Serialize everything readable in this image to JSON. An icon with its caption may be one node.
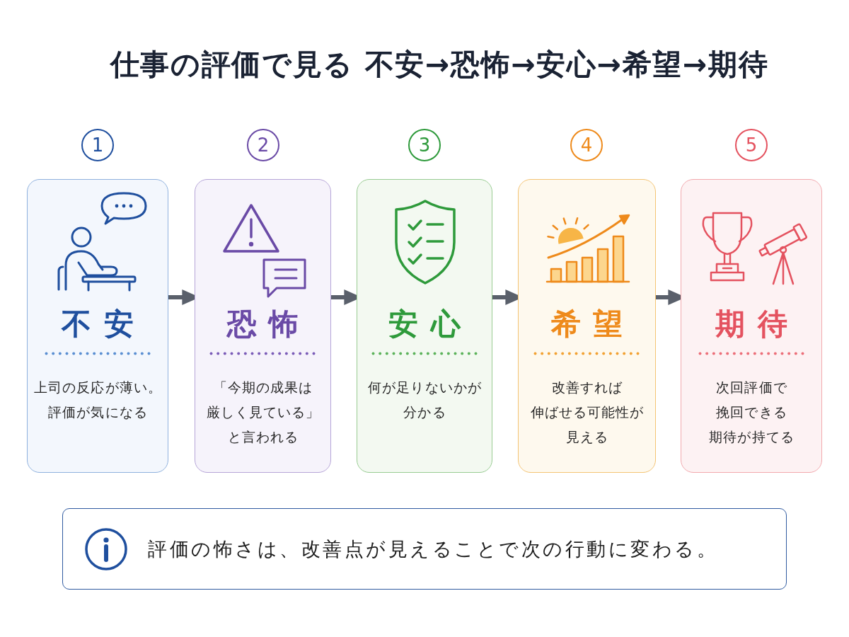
{
  "diagram": {
    "title": "仕事の評価で見る 不安→恐怖→安心→希望→期待",
    "nodes": [
      {
        "text": [
          "1"
        ]
      },
      {
        "text": [
          "2"
        ]
      },
      {
        "text": [
          "3"
        ]
      },
      {
        "text": [
          "4"
        ]
      },
      {
        "text": [
          "5"
        ]
      },
      {
        "text": [
          "不安",
          "上司の反応が薄い。評価が気になる"
        ]
      },
      {
        "text": [
          "恐怖",
          "「今期の成果は厳しく見ている」と言われる"
        ]
      },
      {
        "text": [
          "安心",
          "何が足りないかが分かる"
        ]
      },
      {
        "text": [
          "希望",
          "改善すれば伸ばせる可能性が見える"
        ]
      },
      {
        "text": [
          "期待",
          "次回評価で挽回できる期待が持てる"
        ]
      },
      {
        "text": [
          "評価の怖さは、改善点が見えることで次の行動に変わる。"
        ]
      }
    ],
    "edges": [
      {
        "from": 5,
        "to": 6,
        "arrow": "to"
      },
      {
        "from": 6,
        "to": 7,
        "arrow": "to"
      },
      {
        "from": 7,
        "to": 8,
        "arrow": "to"
      },
      {
        "from": 8,
        "to": 9,
        "arrow": "to"
      }
    ]
  }
}
